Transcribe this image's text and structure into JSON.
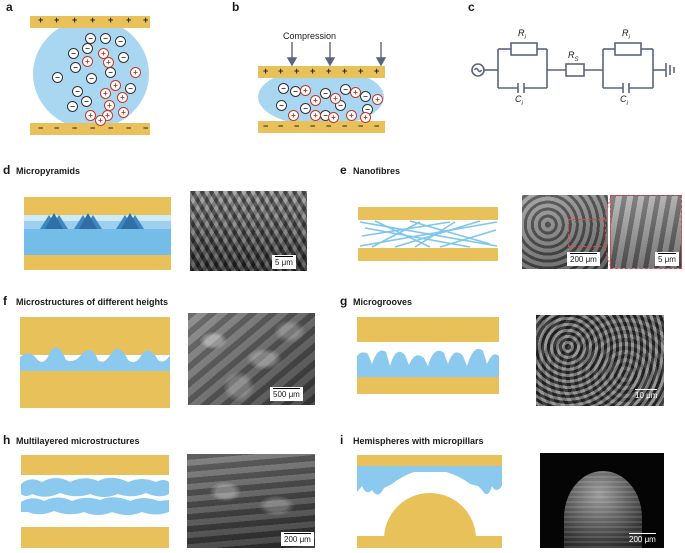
{
  "panels": {
    "a": {
      "letter": "a"
    },
    "b": {
      "letter": "b",
      "compression_label": "Compression"
    },
    "c": {
      "letter": "c",
      "r1": "R",
      "r1_sub": "i",
      "rs": "R",
      "rs_sub": "S",
      "c1": "C",
      "c1_sub": "i",
      "r2": "R",
      "r2_sub": "i",
      "c2": "C",
      "c2_sub": "i"
    },
    "d": {
      "letter": "d",
      "title": "Micropyramids",
      "scale": "5 μm"
    },
    "e": {
      "letter": "e",
      "title": "Nanofibres",
      "scale1": "200 μm",
      "scale2": "5 μm"
    },
    "f": {
      "letter": "f",
      "title": "Microstructures of different heights",
      "scale": "500 μm"
    },
    "g": {
      "letter": "g",
      "title": "Microgrooves",
      "scale": "10 μm"
    },
    "h": {
      "letter": "h",
      "title": "Multilayered microstructures",
      "scale": "200 μm"
    },
    "i": {
      "letter": "i",
      "title": "Hemispheres with micropillars",
      "scale": "200 μm"
    }
  },
  "symbols": {
    "plus": "+",
    "minus": "−"
  },
  "colors": {
    "electrode": "#e8c15a",
    "dielectric": "#a9d7f2",
    "circuit": "#5b6380",
    "positive_ion": "#c0392b"
  }
}
